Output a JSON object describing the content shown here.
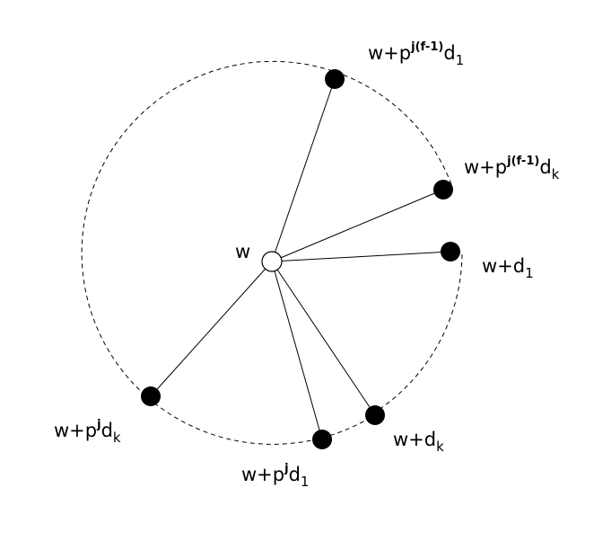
{
  "colors": {
    "stroke": "#000000",
    "background": "#ffffff",
    "filled_node": "#000000",
    "center_node": "#ffffff"
  },
  "center": {
    "label": "w"
  },
  "labels": {
    "top": {
      "base": "w+p",
      "sup": "j(f-1)",
      "d": "d",
      "sub": "1"
    },
    "upper_right": {
      "base": "w+p",
      "sup": "j(f-1)",
      "d": "d",
      "sub": "k"
    },
    "right": {
      "base": "w+d",
      "sub": "1"
    },
    "lower_right": {
      "base": "w+d",
      "sub": "k"
    },
    "bottom": {
      "base": "w+p",
      "sup": "j",
      "d": "d",
      "sub": "1"
    },
    "left": {
      "base": "w+p",
      "sup": "j",
      "d": "d",
      "sub": "k"
    }
  }
}
